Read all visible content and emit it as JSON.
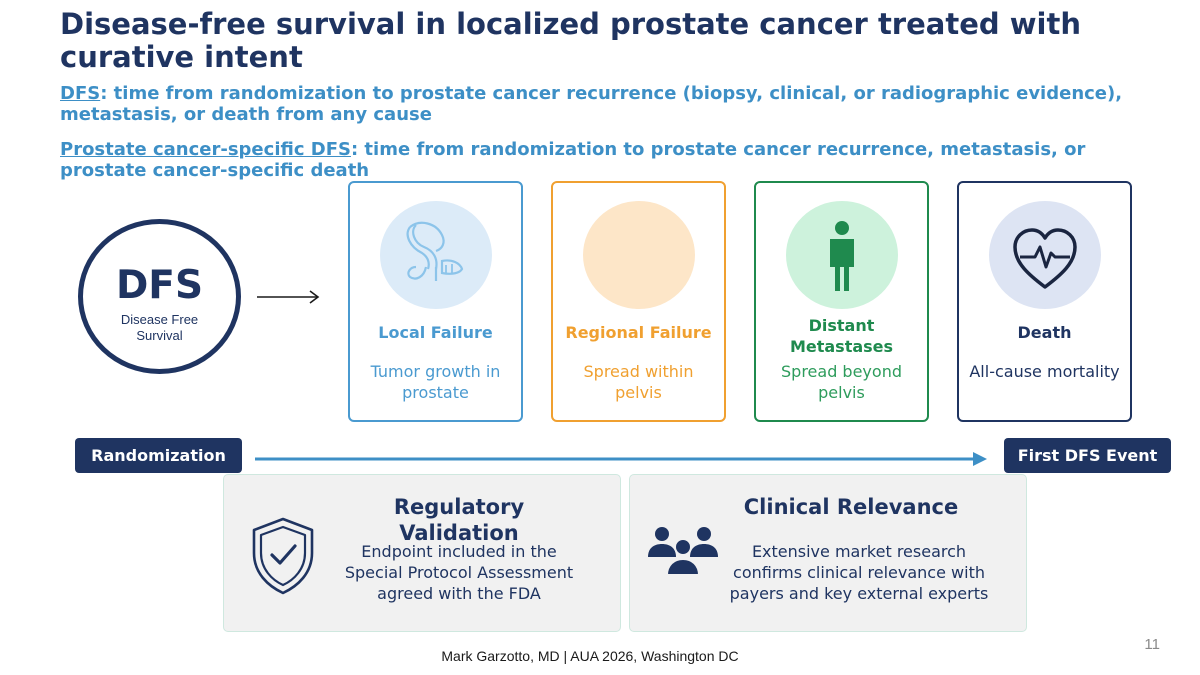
{
  "slide": {
    "title": "Disease-free survival in localized prostate cancer treated with curative intent",
    "definitions": [
      {
        "term": "DFS",
        "text": ": time from randomization to prostate cancer recurrence (biopsy, clinical, or radiographic evidence), metastasis, or death from any cause"
      },
      {
        "term": "Prostate cancer-specific DFS",
        "text": ": time from randomization to prostate cancer recurrence, metastasis, or prostate cancer-specific death"
      }
    ],
    "dfs_badge": {
      "abbr": "DFS",
      "label": "Disease Free Survival"
    },
    "cards": [
      {
        "title": "Local Failure",
        "desc": "Tumor growth in prostate",
        "icon": "prostate-icon",
        "color": "#4a9ad0"
      },
      {
        "title": "Regional Failure",
        "desc": "Spread within pelvis",
        "icon": "pelvis-circle",
        "color": "#f0a030"
      },
      {
        "title": "Distant Metastases",
        "desc": "Spread beyond pelvis",
        "icon": "person-icon",
        "color": "#1f8a4e"
      },
      {
        "title": "Death",
        "desc": "All-cause mortality",
        "icon": "heartbeat-icon",
        "color": "#1f3461"
      }
    ],
    "timeline": {
      "start": "Randomization",
      "end": "First DFS Event"
    },
    "panels": [
      {
        "title": "Regulatory Validation",
        "desc": "Endpoint included in the Special Protocol Assessment agreed with the FDA",
        "icon": "shield-check-icon"
      },
      {
        "title": "Clinical Relevance",
        "desc": "Extensive market research confirms clinical relevance with payers and key external experts",
        "icon": "people-group-icon"
      }
    ],
    "page_number": "11",
    "footer": "Mark Garzotto, MD |  AUA 2026, Washington DC"
  }
}
